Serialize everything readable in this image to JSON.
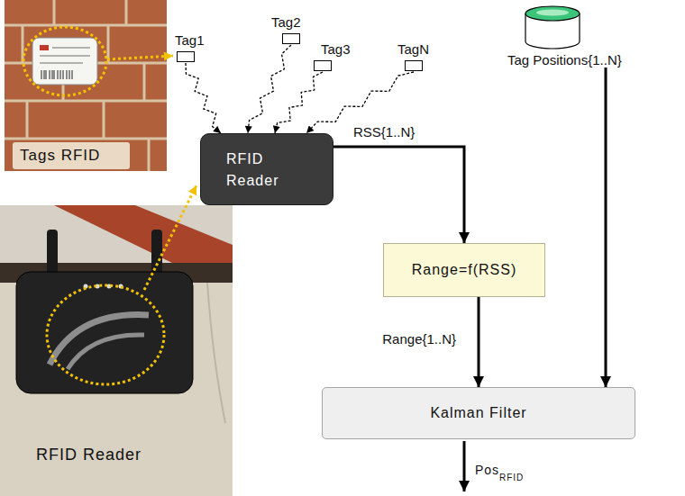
{
  "diagram": {
    "nodes": [
      {
        "text": [
          "Tag1"
        ]
      },
      {
        "text": [
          "Tag2"
        ]
      },
      {
        "text": [
          "Tag3"
        ]
      },
      {
        "text": [
          "TagN"
        ]
      },
      {
        "text": [
          "RFID Reader"
        ]
      },
      {
        "text": [
          "Tag Positions{1..N}"
        ]
      },
      {
        "text": [
          "Range=f(RSS)"
        ]
      },
      {
        "text": [
          "Kalman Filter"
        ]
      }
    ],
    "edges": [
      {
        "from": 0,
        "to": 4,
        "arrow": "to"
      },
      {
        "from": 1,
        "to": 4,
        "arrow": "to"
      },
      {
        "from": 2,
        "to": 4,
        "arrow": "to"
      },
      {
        "from": 3,
        "to": 4,
        "arrow": "to"
      },
      {
        "from": 4,
        "to": 6,
        "label": "RSS{1..N}",
        "arrow": "to"
      },
      {
        "from": 6,
        "to": 7,
        "label": "Range{1..N}",
        "arrow": "to"
      },
      {
        "from": 5,
        "to": 7,
        "arrow": "to"
      }
    ],
    "labels": [
      "Tags RFID",
      "RFID Reader",
      "Pos",
      "RFID"
    ]
  }
}
